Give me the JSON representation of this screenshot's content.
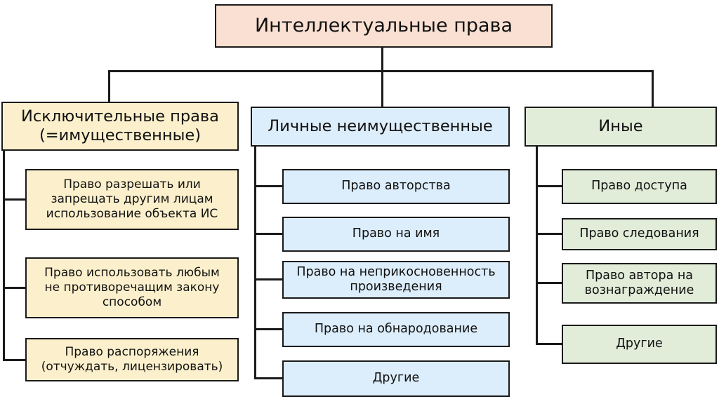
{
  "diagram": {
    "title": "Интеллектуальные права",
    "type": "hierarchy-tree",
    "colors": {
      "root_fill": "#f9e0d2",
      "column_exclusive_fill": "#fcf0cc",
      "column_personal_fill": "#dcedfb",
      "column_other_fill": "#e1ecd9",
      "border": "#1a1a1a",
      "background": "#ffffff",
      "text": "#111111"
    },
    "root": {
      "label": "Интеллектуальные права"
    },
    "columns": [
      {
        "id": "exclusive",
        "header": {
          "line1": "Исключительные права",
          "line2": "(=имущественные)"
        },
        "children": [
          {
            "line1": "Право разрешать или",
            "line2": "запрещать другим лицам",
            "line3": "использование объекта ИС"
          },
          {
            "line1": "Право использовать любым",
            "line2": "не противоречащим закону",
            "line3": "способом"
          },
          {
            "line1": "Право распоряжения",
            "line2": "(отчуждать, лицензировать)"
          }
        ]
      },
      {
        "id": "personal-non-property",
        "header": {
          "line1": "Личные неимущественные"
        },
        "children": [
          {
            "line1": "Право авторства"
          },
          {
            "line1": "Право на имя"
          },
          {
            "line1": "Право на неприкосновенность",
            "line2": "произведения"
          },
          {
            "line1": "Право на обнародование"
          },
          {
            "line1": "Другие"
          }
        ]
      },
      {
        "id": "other",
        "header": {
          "line1": "Иные"
        },
        "children": [
          {
            "line1": "Право доступа"
          },
          {
            "line1": "Право следования"
          },
          {
            "line1": "Право автора на",
            "line2": "вознаграждение"
          },
          {
            "line1": "Другие"
          }
        ]
      }
    ]
  }
}
